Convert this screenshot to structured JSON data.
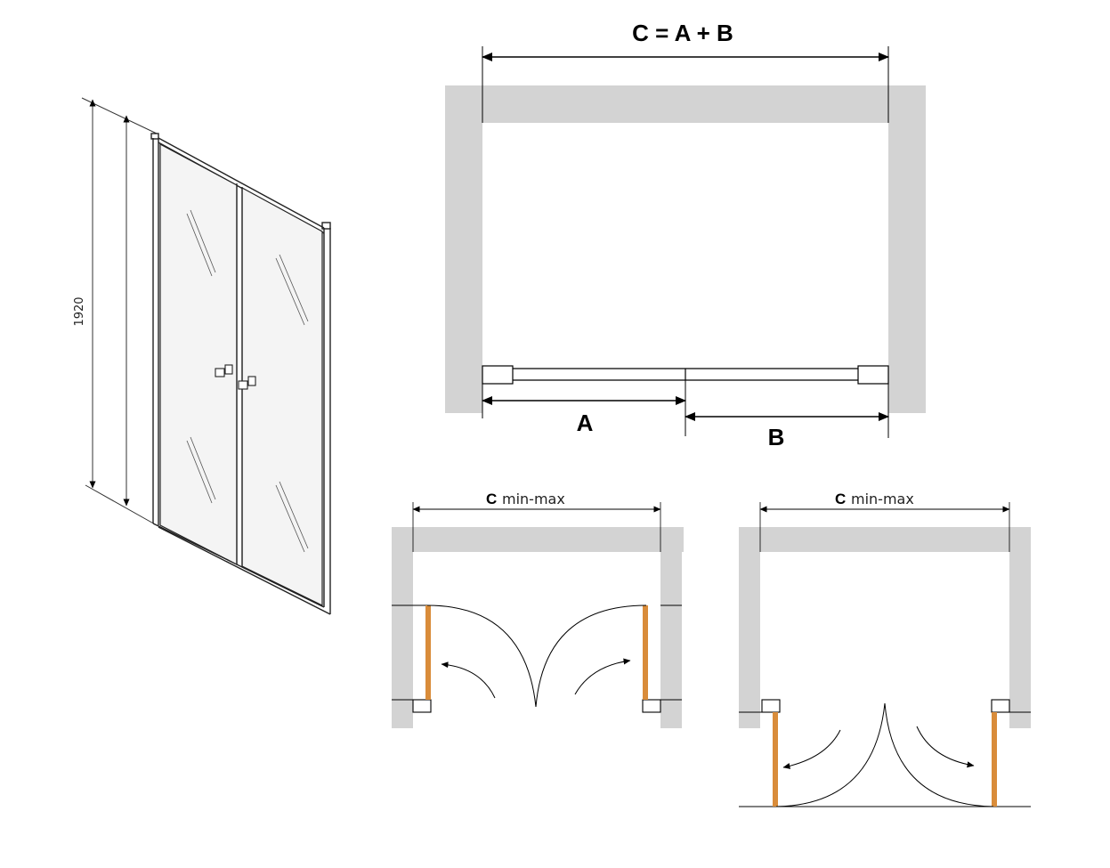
{
  "front_view": {
    "height_label": "1920"
  },
  "top_plan": {
    "total_label": "C = A + B",
    "part_a_label": "A",
    "part_b_label": "B"
  },
  "swing_inward": {
    "c_letter": "C",
    "range_label": "min-max"
  },
  "swing_outward": {
    "c_letter": "C",
    "range_label": "min-max"
  },
  "colors": {
    "wall": "#d3d3d3",
    "door_panel": "#d98c3a",
    "line": "#000000"
  }
}
